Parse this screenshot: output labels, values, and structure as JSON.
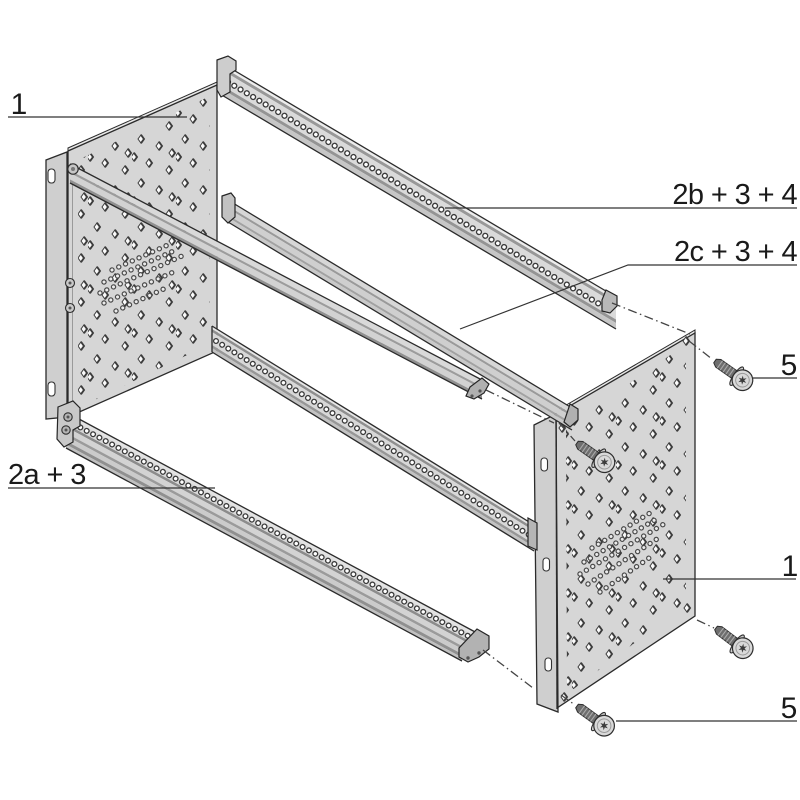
{
  "figure": {
    "kind": "exploded assembly diagram of subrack frame",
    "background_color": "#ffffff",
    "outline_color": "#2e2e2e",
    "panel_fill": "#d6d6d6",
    "rail_fill": "#d9d9d9",
    "ridge_color": "#8f8f8f",
    "screw_fill": "#6e6e6e",
    "text_color": "#1a1a1a"
  },
  "labels": {
    "left_panel": "1",
    "right_panel": "1",
    "rail_rear_top": "2b + 3 + 4",
    "rail_middle": "2c + 3 + 4",
    "rail_bottom_front": "2a + 3",
    "screws_top": "5",
    "screws_bottom": "5"
  }
}
